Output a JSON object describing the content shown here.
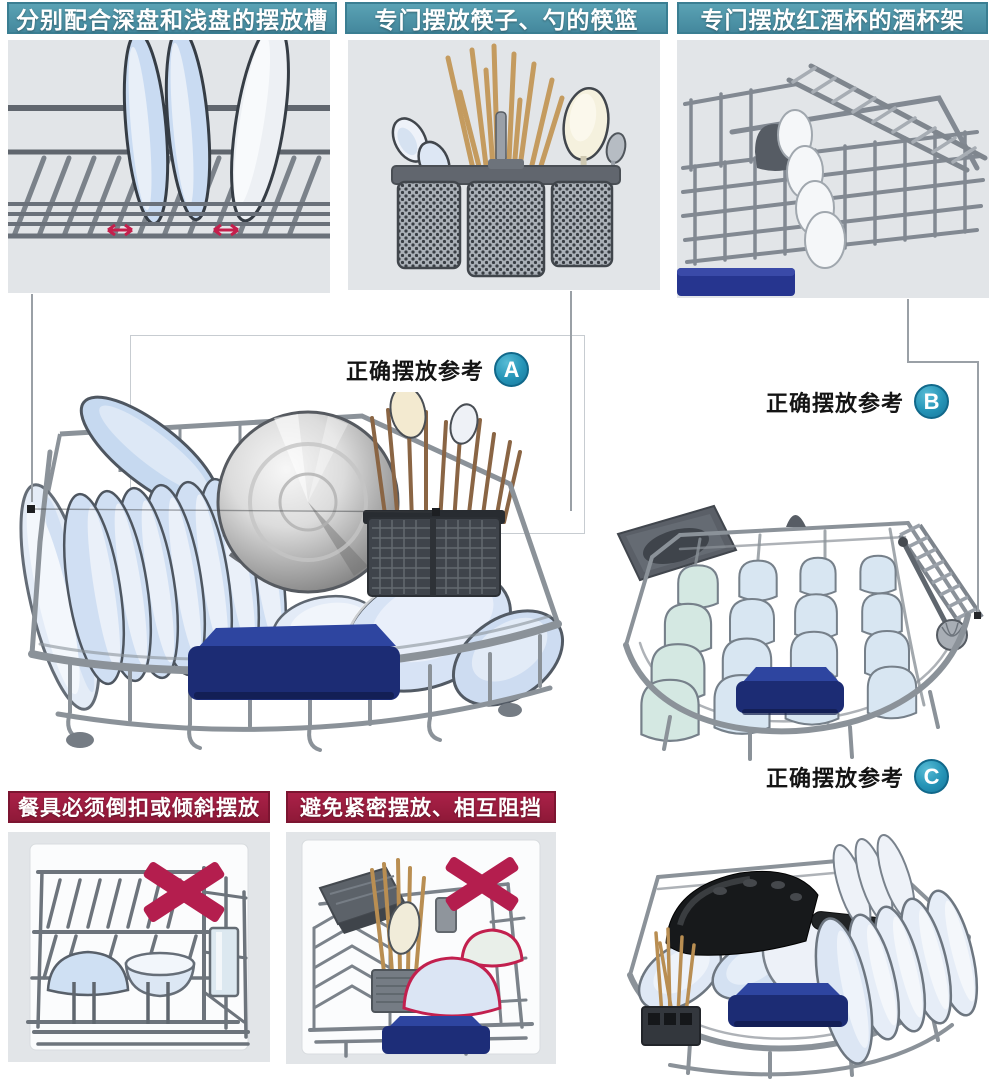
{
  "colors": {
    "teal_header": "#4d95a9",
    "crimson_header": "#9f1d40",
    "badge_teal": "#2493b6",
    "panel_bg": "#e2e5e8",
    "wire_gray": "#8b9299",
    "plate_blue": "#d2e0f3",
    "handle_blue": "#1c2c74",
    "x_mark_red": "#b41e4e",
    "chopstick_tan": "#c49b5f"
  },
  "top_panels": [
    {
      "title": "分别配合深盘和浅盘的摆放槽"
    },
    {
      "title": "专门摆放筷子、勺的筷篮"
    },
    {
      "title": "专门摆放红酒杯的酒杯架"
    }
  ],
  "references": [
    {
      "label": "正确摆放参考",
      "badge": "A"
    },
    {
      "label": "正确摆放参考",
      "badge": "B"
    },
    {
      "label": "正确摆放参考",
      "badge": "C"
    }
  ],
  "bottom_panels": [
    {
      "title": "餐具必须倒扣或倾斜摆放"
    },
    {
      "title": "避免紧密摆放、相互阻挡"
    }
  ],
  "icons": {
    "x_mark": "✕",
    "badge_shape": "circle"
  }
}
